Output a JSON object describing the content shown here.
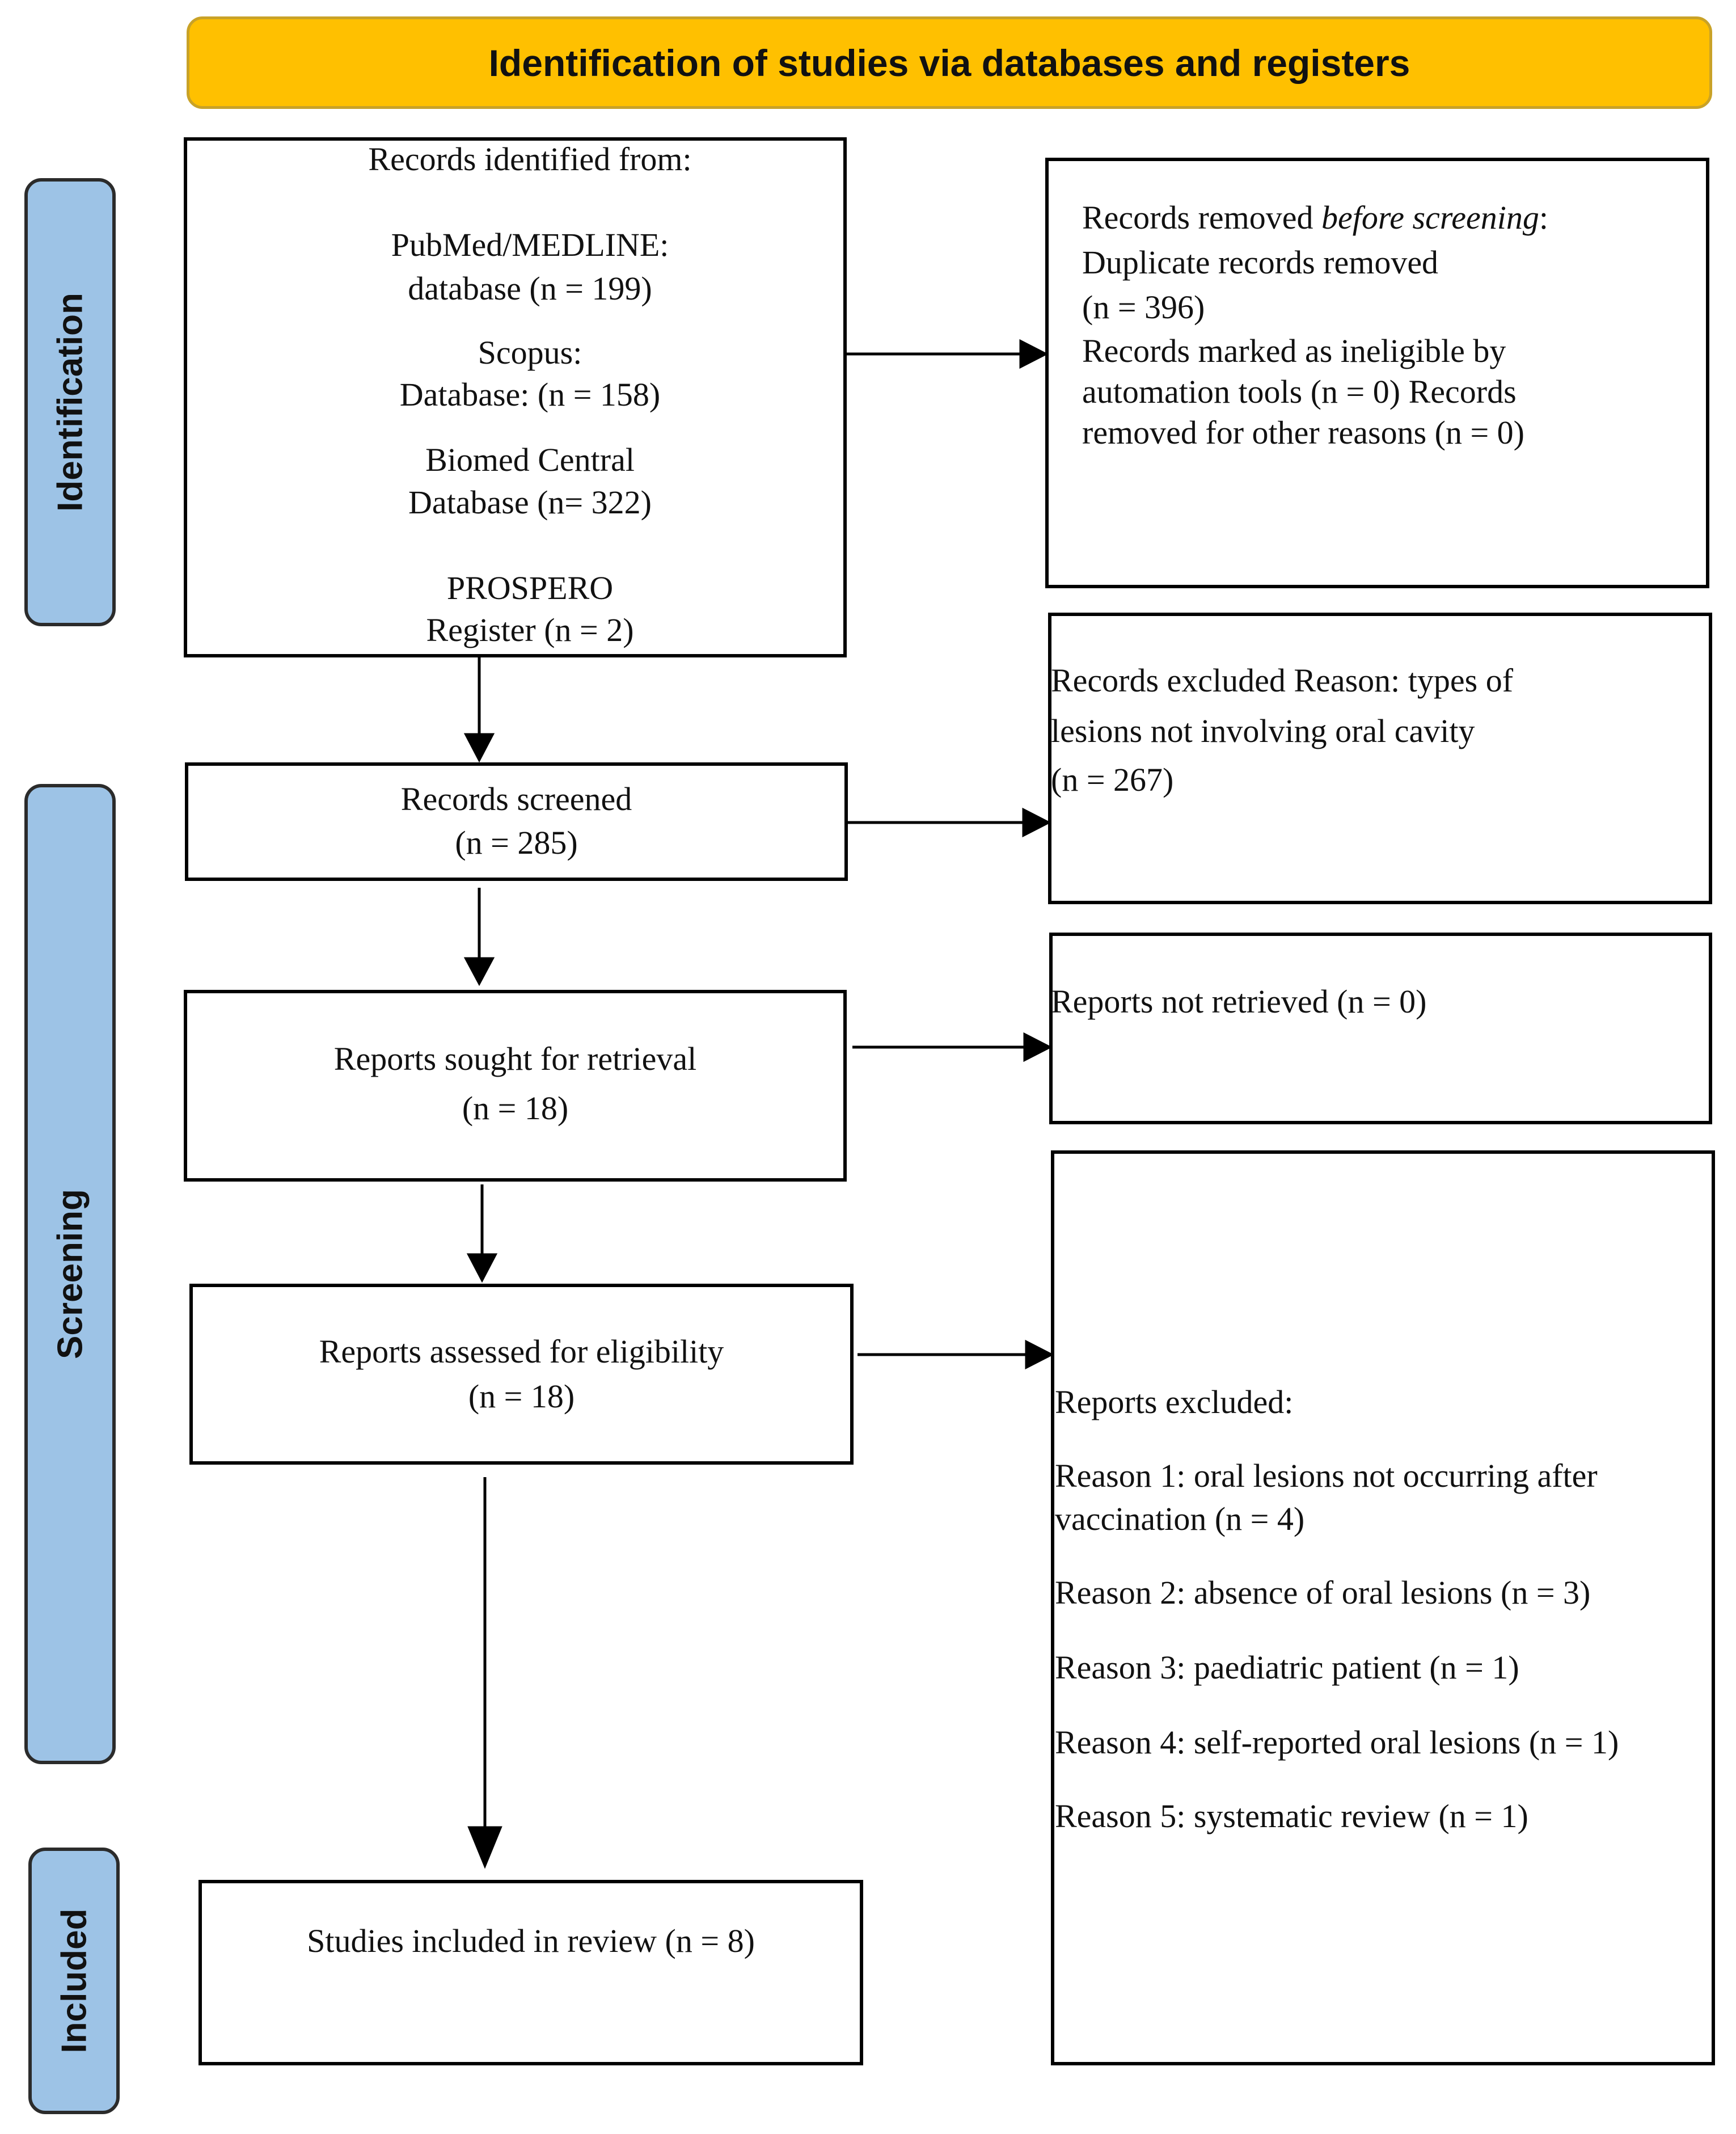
{
  "header": {
    "title": "Identification of studies via databases and registers",
    "color": "#FFC000"
  },
  "phases": {
    "identification": "Identification",
    "screening": "Screening",
    "included": "Included",
    "color": "#9DC3E6"
  },
  "identified": {
    "lines": [
      "Records identified from:",
      "PubMed/MEDLINE:",
      "database (n = 199)",
      "Scopus:",
      "Database: (n = 158)",
      "Biomed Central",
      "Database (n= 322)",
      "PROSPERO",
      "Register (n = 2)"
    ]
  },
  "removed": {
    "prefix": "Records removed ",
    "italic": "before  screening",
    "suffix": ":",
    "lines": [
      "Duplicate records removed",
      "(n = 396)",
      "Records marked as ineligible  by",
      "automation tools (n = 0)   Records",
      "removed for other  reasons (n = 0)"
    ]
  },
  "screened": {
    "lines": [
      "Records screened",
      "(n = 285)"
    ]
  },
  "excluded": {
    "lines": [
      "Records excluded Reason: types of",
      "lesions not involving oral cavity",
      "(n = 267)"
    ]
  },
  "sought": {
    "lines": [
      "Reports sought for retrieval",
      "(n = 18)"
    ]
  },
  "not_retrieved": {
    "lines": [
      "Reports not retrieved  (n = 0)"
    ]
  },
  "assessed": {
    "lines": [
      "Reports assessed for eligibility",
      "(n = 18)"
    ]
  },
  "reports_excluded": {
    "lines": [
      "Reports excluded:",
      "Reason 1: oral lesions not occurring after",
      "vaccination (n = 4)",
      "Reason 2: absence of oral lesions (n = 3)",
      "Reason 3: paediatric patient (n = 1)",
      "Reason 4: self-reported oral lesions (n = 1)",
      "Reason 5: systematic review (n = 1)"
    ]
  },
  "included": {
    "lines": [
      "Studies included in review   (n = 8)"
    ]
  }
}
